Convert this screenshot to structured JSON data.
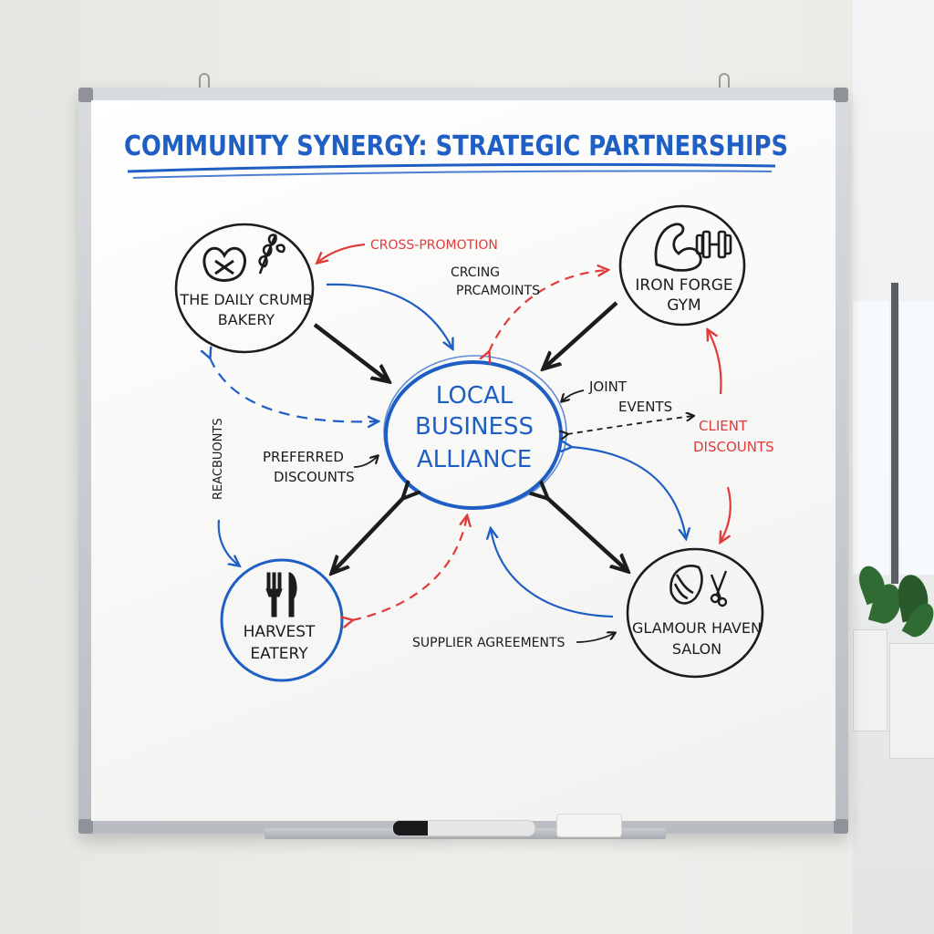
{
  "board": {
    "title": "COMMUNITY SYNERGY: STRATEGIC PARTNERSHIPS"
  },
  "nodes": {
    "bakery": {
      "line1": "THE DAILY CRUMB",
      "line2": "BAKERY"
    },
    "gym": {
      "line1": "IRON FORGE",
      "line2": "GYM"
    },
    "alliance": {
      "line1": "LOCAL",
      "line2": "BUSINESS",
      "line3": "ALLIANCE"
    },
    "eatery": {
      "line1": "HARVEST",
      "line2": "EATERY"
    },
    "salon": {
      "line1": "GLAMOUR HAVEN",
      "line2": "SALON"
    }
  },
  "labels": {
    "cross_promotion": "CROSS-PROMOTION",
    "crcing_line1": "CRCING",
    "crcing_line2": "PRCAMOINTS",
    "joint_line1": "JOINT",
    "joint_line2": "EVENTS",
    "client_line1": "CLIENT",
    "client_line2": "DISCOUNTS",
    "preferred_line1": "PREFERRED",
    "preferred_line2": "DISCOUNTS",
    "reacbounts": "REACBUONTS",
    "supplier": "SUPPLIER AGREEMENTS"
  },
  "colors": {
    "blue": "#1f5fc4",
    "red": "#e03a3a",
    "black": "#1c1c1c"
  }
}
